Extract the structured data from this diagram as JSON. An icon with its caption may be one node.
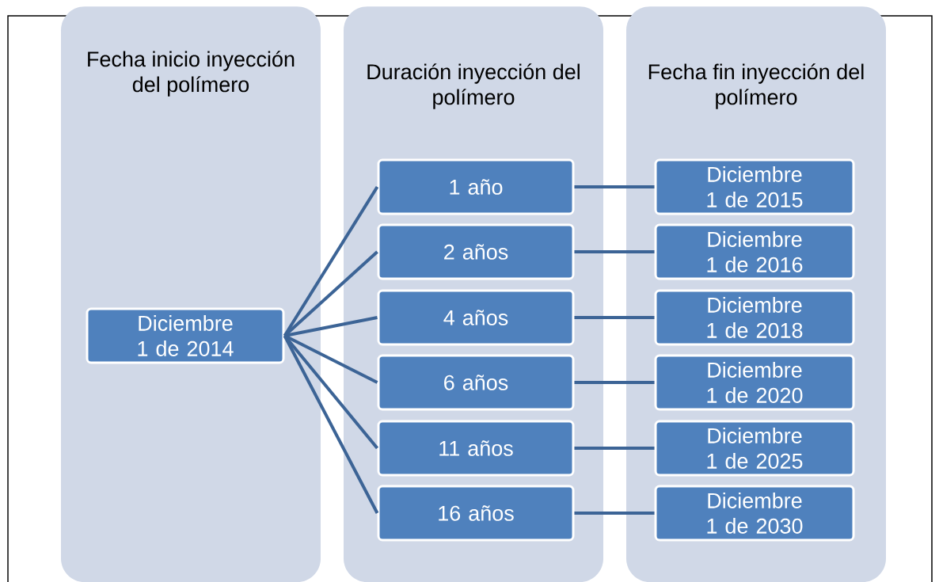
{
  "diagram": {
    "nodes": [
      {
        "text": [
          "Fecha inicio inyección del polímero"
        ]
      },
      {
        "text": [
          "Duración inyección del polímero"
        ]
      },
      {
        "text": [
          "Fecha fin inyección del polímero"
        ]
      },
      {
        "text": [
          "Diciembre 1 de 2014"
        ],
        "in": 0
      },
      {
        "text": [
          "1 año"
        ],
        "in": 1
      },
      {
        "text": [
          "2 años"
        ],
        "in": 1
      },
      {
        "text": [
          "4 años"
        ],
        "in": 1
      },
      {
        "text": [
          "6 años"
        ],
        "in": 1
      },
      {
        "text": [
          "11 años"
        ],
        "in": 1
      },
      {
        "text": [
          "16 años"
        ],
        "in": 1
      },
      {
        "text": [
          "Diciembre 1 de 2015"
        ],
        "in": 2
      },
      {
        "text": [
          "Diciembre 1 de 2016"
        ],
        "in": 2
      },
      {
        "text": [
          "Diciembre 1 de 2018"
        ],
        "in": 2
      },
      {
        "text": [
          "Diciembre 1 de 2020"
        ],
        "in": 2
      },
      {
        "text": [
          "Diciembre 1 de 2025"
        ],
        "in": 2
      },
      {
        "text": [
          "Diciembre 1 de 2030"
        ],
        "in": 2
      }
    ],
    "edges": [
      {
        "from": 3,
        "to": 4,
        "arrow": "none"
      },
      {
        "from": 3,
        "to": 5,
        "arrow": "none"
      },
      {
        "from": 3,
        "to": 6,
        "arrow": "none"
      },
      {
        "from": 3,
        "to": 7,
        "arrow": "none"
      },
      {
        "from": 3,
        "to": 8,
        "arrow": "none"
      },
      {
        "from": 3,
        "to": 9,
        "arrow": "none"
      },
      {
        "from": 4,
        "to": 10,
        "arrow": "none"
      },
      {
        "from": 5,
        "to": 11,
        "arrow": "none"
      },
      {
        "from": 6,
        "to": 12,
        "arrow": "none"
      },
      {
        "from": 7,
        "to": 13,
        "arrow": "none"
      },
      {
        "from": 8,
        "to": 14,
        "arrow": "none"
      },
      {
        "from": 9,
        "to": 15,
        "arrow": "none"
      }
    ]
  }
}
